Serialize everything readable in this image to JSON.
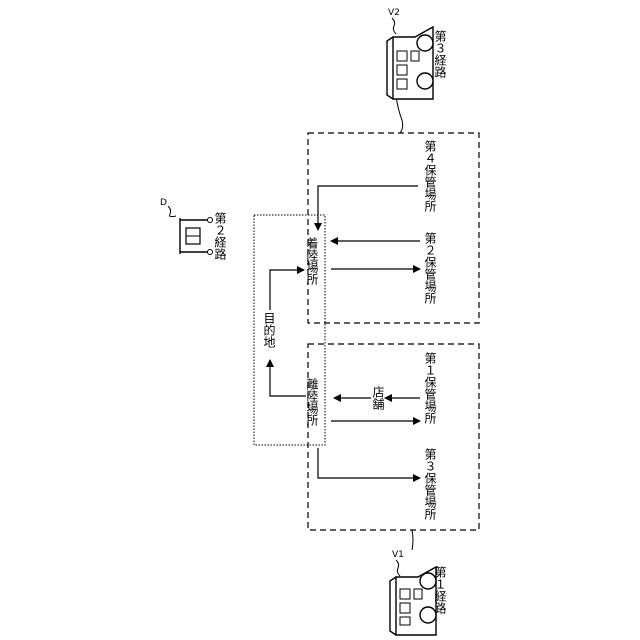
{
  "labels": {
    "route1": "第１経路",
    "route2": "第２経路",
    "route3": "第３経路",
    "takeoff": "離陸場所",
    "landing": "着陸場所",
    "destination": "目的地",
    "store": "店舗",
    "storage1": "第１保管場所",
    "storage2": "第２保管場所",
    "storage3": "第３保管場所",
    "storage4": "第４保管場所"
  },
  "tags": {
    "vehicle1": "V1",
    "vehicle2": "V2",
    "drone": "D"
  },
  "icons": {
    "vehicle1": "car-icon",
    "vehicle2": "car-icon",
    "drone": "drone-icon"
  }
}
